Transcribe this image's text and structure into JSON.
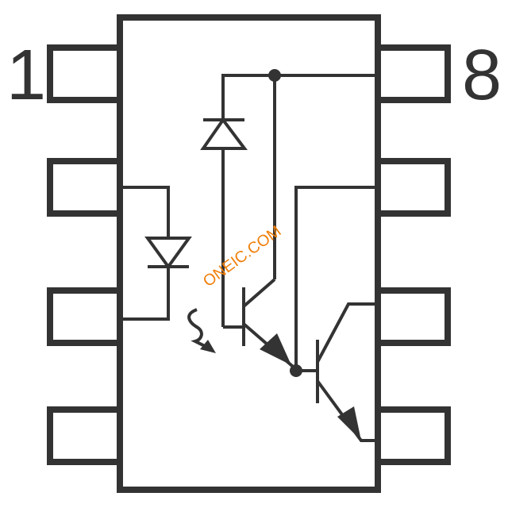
{
  "pin_labels": {
    "first": "1",
    "last": "8"
  },
  "watermark": "ONEIC.COM",
  "colors": {
    "line": "#333333",
    "background": "#ffffff",
    "watermark": "#f07f0a"
  },
  "components": [
    "input-led",
    "photodiode",
    "phototransistor",
    "output-transistor"
  ]
}
